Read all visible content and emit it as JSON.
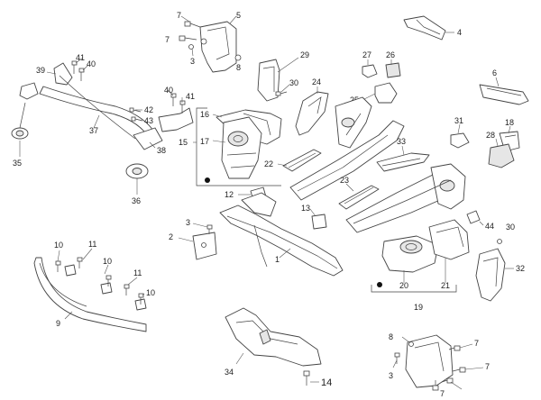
{
  "callouts": {
    "c1": "1",
    "c2": "2",
    "c3a": "3",
    "c3b": "3",
    "c3c": "3",
    "c4": "4",
    "c5": "5",
    "c6": "6",
    "c7a": "7",
    "c7b": "7",
    "c7c": "7",
    "c7d": "7",
    "c7e": "7",
    "c8a": "8",
    "c8b": "8",
    "c9": "9",
    "c10a": "10",
    "c10b": "10",
    "c10c": "10",
    "c11a": "11",
    "c11b": "11",
    "c12": "12",
    "c13": "13",
    "c14": "14",
    "c15": "15",
    "c16": "16",
    "c17": "17",
    "c18": "18",
    "c19": "19",
    "c20": "20",
    "c21": "21",
    "c22": "22",
    "c23": "23",
    "c24": "24",
    "c25": "25",
    "c26": "26",
    "c27": "27",
    "c28": "28",
    "c29": "29",
    "c30a": "30",
    "c30b": "30",
    "c31": "31",
    "c32": "32",
    "c33": "33",
    "c34": "34",
    "c35": "35",
    "c36": "36",
    "c37": "37",
    "c38": "38",
    "c39": "39",
    "c40a": "40",
    "c40b": "40",
    "c41a": "41",
    "c41b": "41",
    "c42": "42",
    "c43": "43",
    "c44": "44"
  },
  "colors": {
    "line": "#444444",
    "shade": "#e6e6e6",
    "text": "#222222"
  }
}
